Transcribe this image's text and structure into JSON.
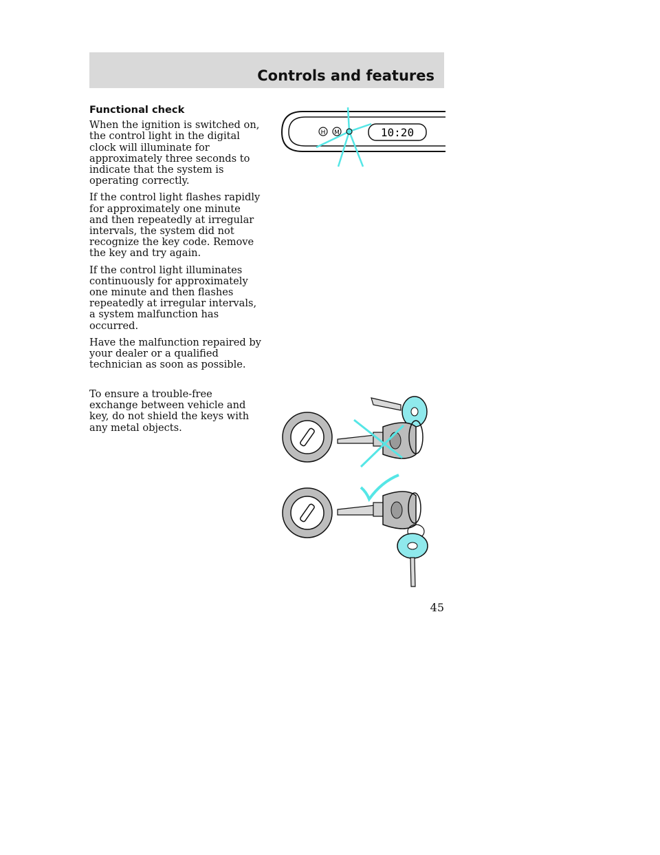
{
  "header": {
    "title": "Controls and features"
  },
  "functional_check": {
    "heading": "Functional check",
    "paragraphs": [
      "When the ignition is switched on, the control light in the digital clock will illuminate for approximately three seconds to indicate that the system is operating correctly.",
      "If the control light flashes rapidly for approximately one minute and then repeatedly at irregular intervals, the system did not recognize the key code. Remove the key and try again.",
      "If the control light illuminates continuously for approximately one minute and then flashes repeatedly at irregular intervals, a system malfunction has occurred.",
      "Have the malfunction repaired by your dealer or a qualified technician as soon as possible."
    ]
  },
  "key_advice": {
    "paragraph": "To ensure a trouble-free exchange between vehicle and key, do not shield the keys with any metal objects."
  },
  "clock_figure": {
    "button_h": "H",
    "button_m": "M",
    "time": "10:20",
    "accent": "#55e6e6"
  },
  "page_number": "45"
}
